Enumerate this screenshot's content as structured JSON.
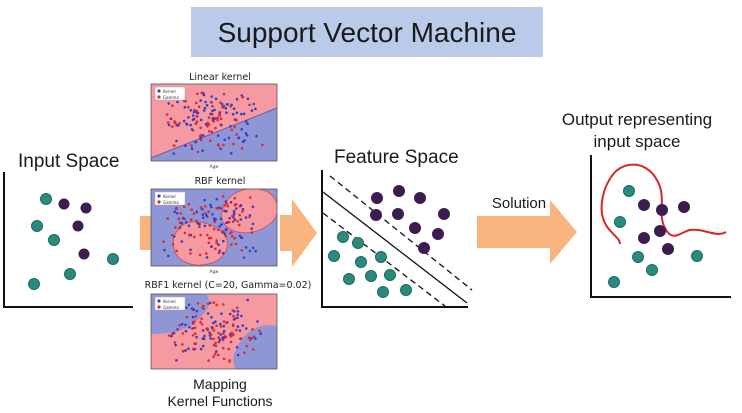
{
  "title": "Support Vector Machine",
  "input_space": {
    "label": "Input Space"
  },
  "kernels": {
    "linear": {
      "title": "Linear kernel"
    },
    "rbf": {
      "title": "RBF kernel"
    },
    "rbf1": {
      "title": "RBF1 kernel (C=20, Gamma=0.02)"
    },
    "legend": [
      "Kernel",
      "Gamma"
    ],
    "axis_label": "Age",
    "caption_line1": "Mapping",
    "caption_line2": "Kernel Functions"
  },
  "feature_space": {
    "label": "Feature Space"
  },
  "solution": {
    "label": "Solution"
  },
  "output": {
    "label_line1": "Output representing",
    "label_line2": "input space"
  },
  "colors": {
    "title_bg": "#b9cbe8",
    "arrow": "#f7b47e",
    "dark_class": "#3b1e4f",
    "teal_class": "#2b8a7e",
    "teal_edge": "#1f6a60",
    "boundary": "#d62828",
    "plot_blue": "#8f96d6",
    "plot_red": "#f49aa0"
  }
}
